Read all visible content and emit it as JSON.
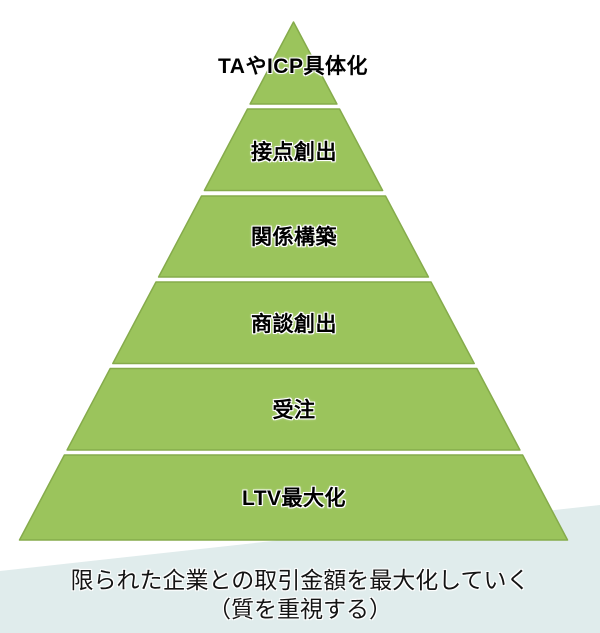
{
  "diagram": {
    "type": "pyramid-funnel",
    "tiers": [
      {
        "level": 1,
        "label": "TAやICP具体化"
      },
      {
        "level": 2,
        "label": "接点創出"
      },
      {
        "level": 3,
        "label": "関係構築"
      },
      {
        "level": 4,
        "label": "商談創出"
      },
      {
        "level": 5,
        "label": "受注"
      },
      {
        "level": 6,
        "label": "LTV最大化"
      }
    ],
    "caption": {
      "line1": "限られた企業との取引金額を最大化していく",
      "line2": "（質を重視する）"
    },
    "colors": {
      "tier_fill": "#9BC45C",
      "tier_border": "#85AB4B",
      "background_accent": "#E0ECEC",
      "label_text": "#000000",
      "caption_text": "#141414"
    }
  }
}
